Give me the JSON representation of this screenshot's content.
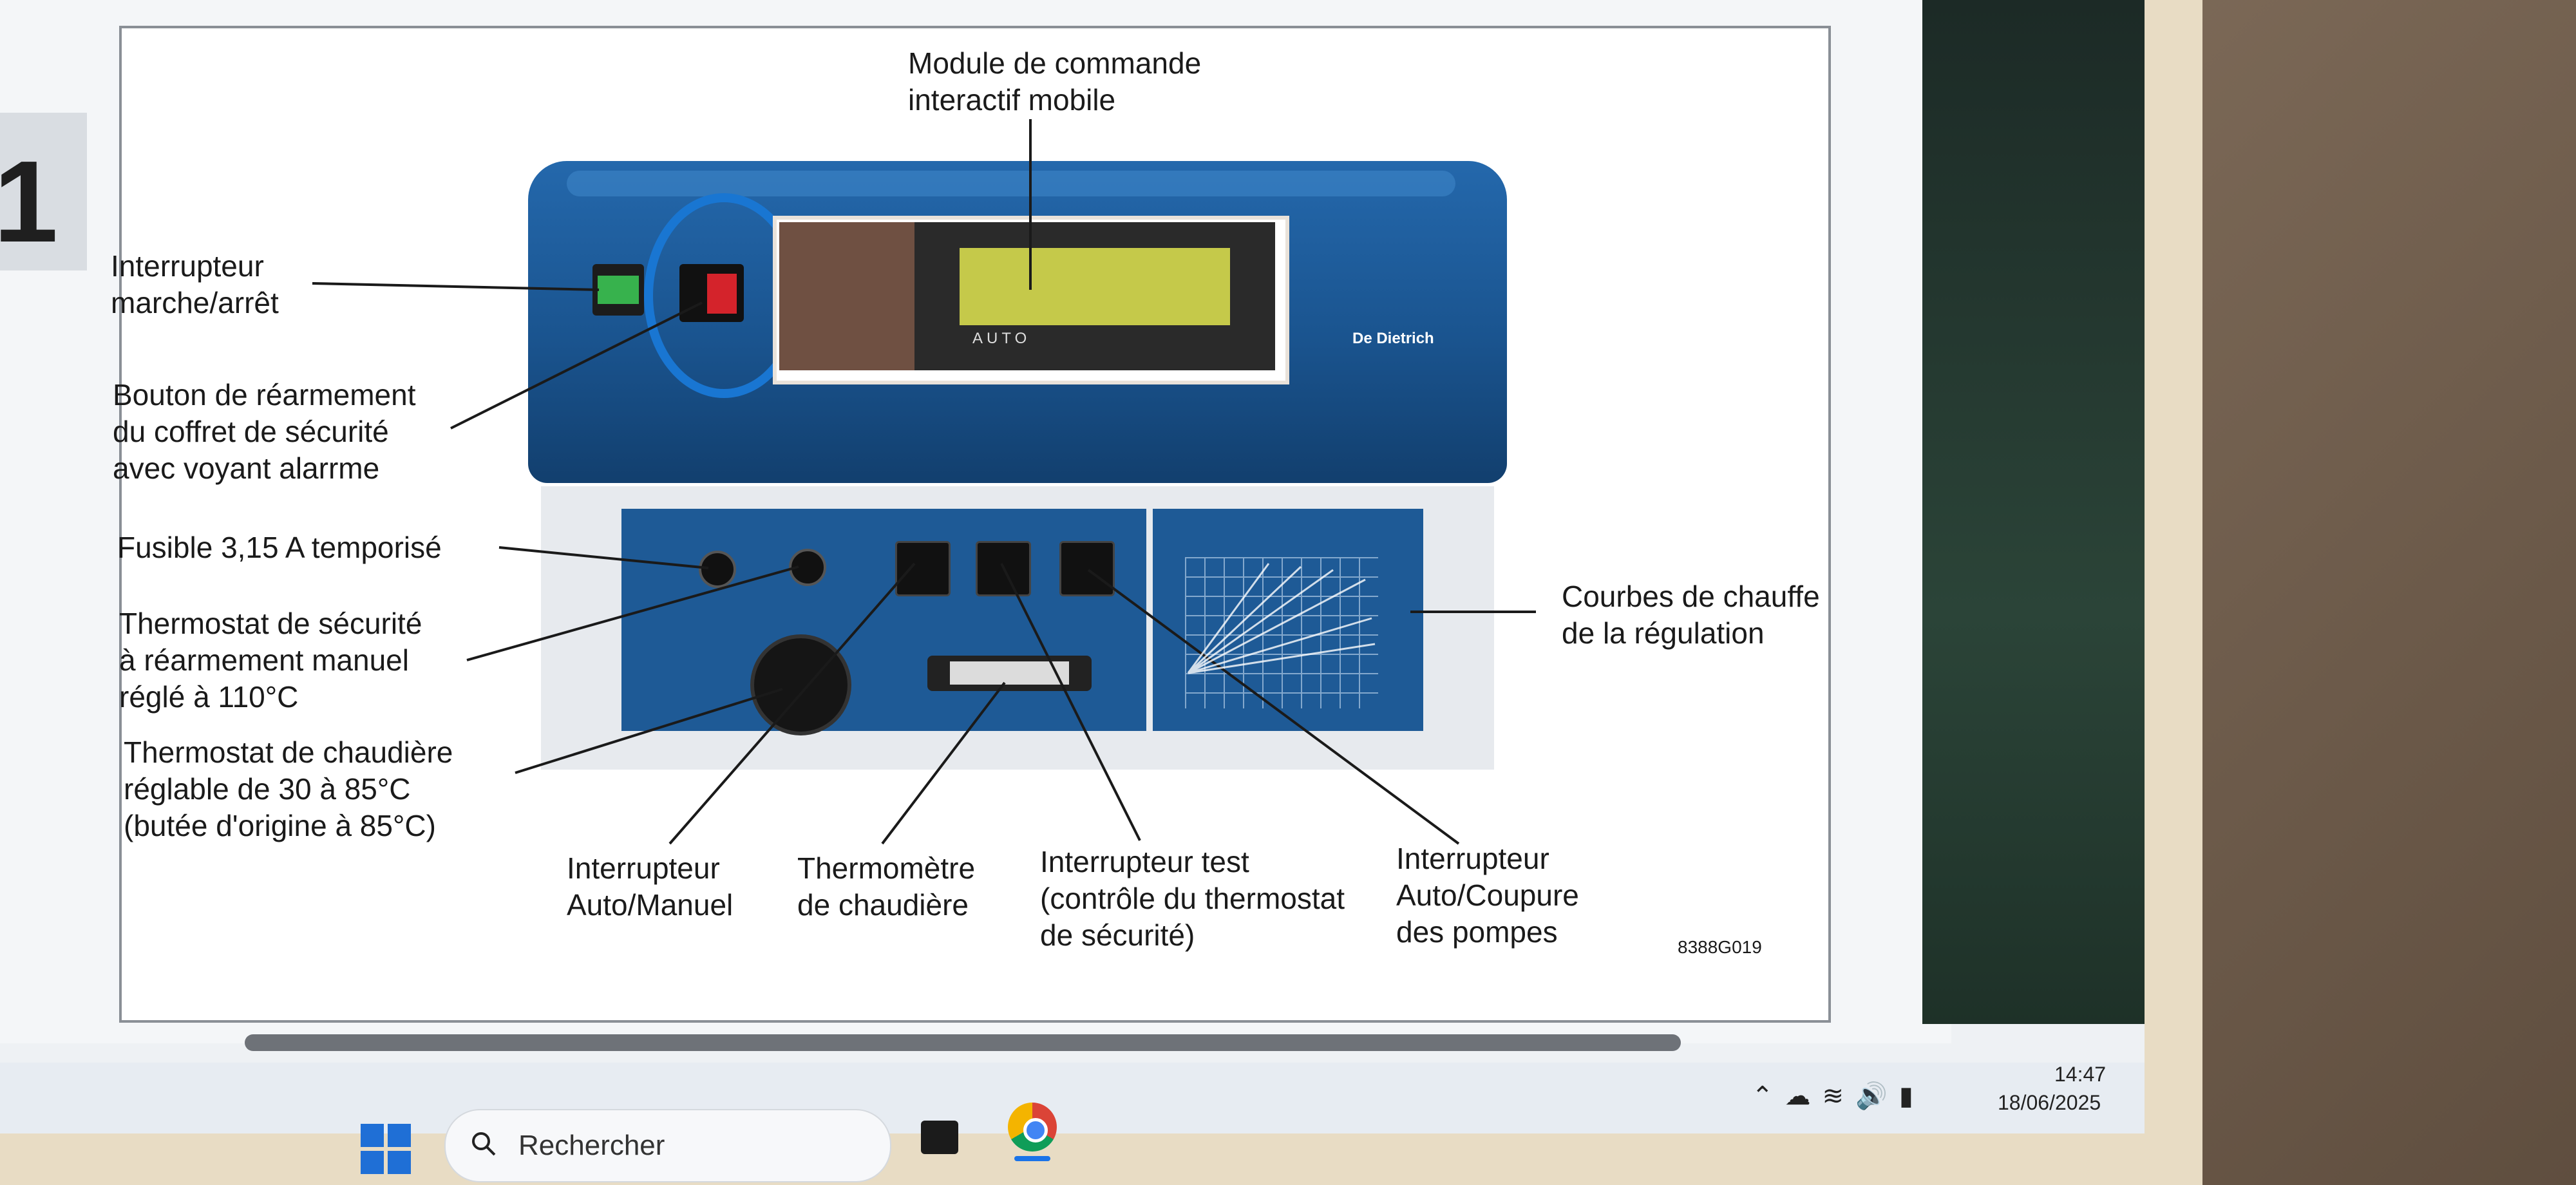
{
  "document": {
    "callouts": {
      "module": "Module de commande\ninteractif mobile",
      "on_off": "Interrupteur\nmarche/arrêt",
      "reset": "Bouton de réarmement\ndu coffret de sécurité\navec voyant alarrme",
      "fuse": "Fusible 3,15 A temporisé",
      "safety_thermostat": "Thermostat de sécurité\nà réarmement manuel\nréglé à 110°C",
      "boiler_thermostat": "Thermostat de chaudière\nréglable de 30 à 85°C\n(butée d'origine à 85°C)",
      "auto_manual": "Interrupteur\nAuto/Manuel",
      "thermometer": "Thermomètre\nde chaudière",
      "test_switch": "Interrupteur test\n(contrôle du thermostat\nde sécurité)",
      "pump_switch": "Interrupteur\nAuto/Coupure\ndes pompes",
      "heating_curves": "Courbes de chauffe\nde la régulation"
    },
    "figure_code": "8388G019",
    "device_brand": "De Dietrich",
    "device_modes": "AUTO",
    "side_tab_number": "1"
  },
  "taskbar": {
    "search_placeholder": "Rechercher",
    "time": "14:47",
    "date": "18/06/2025"
  },
  "colors": {
    "device_blue": "#1a548f",
    "highlight_circle": "#1976d2",
    "reset_red": "#d4232b",
    "switch_green": "#37b24d"
  }
}
